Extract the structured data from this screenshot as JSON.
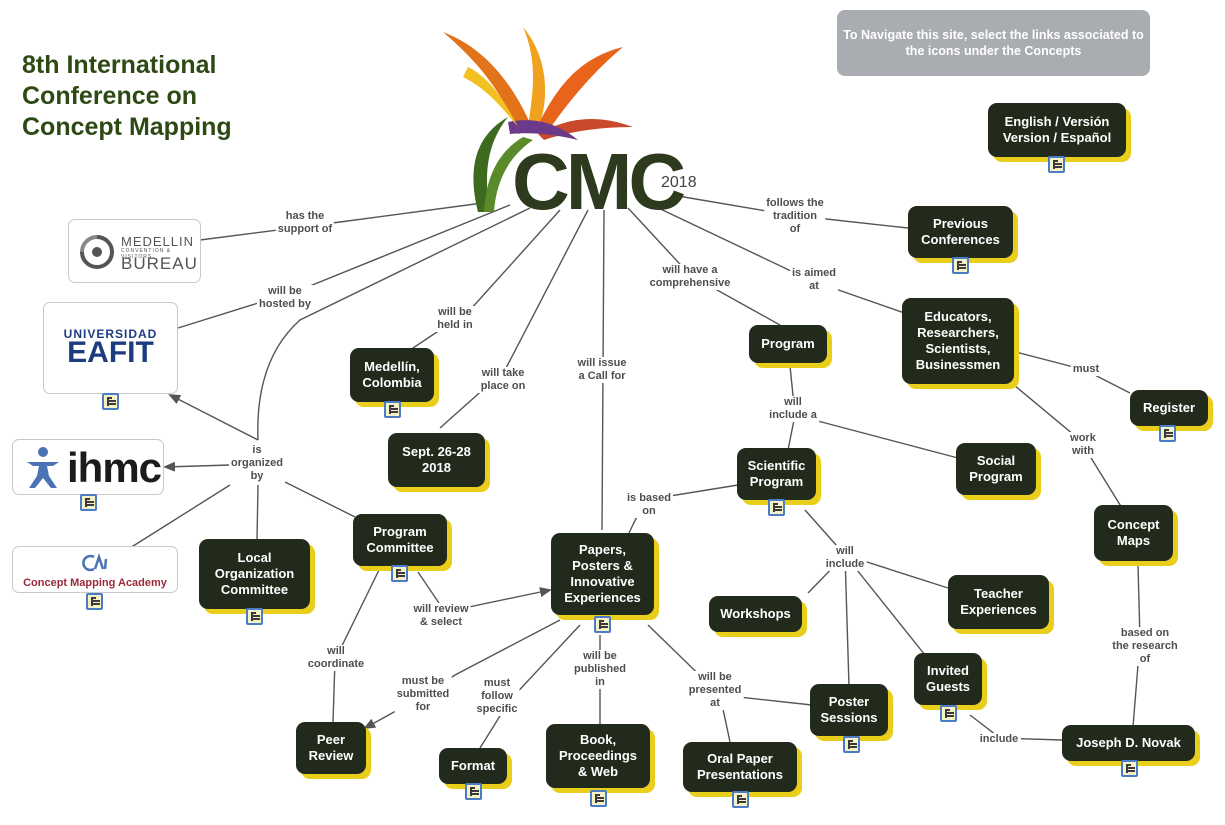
{
  "title": "8th International Conference on Concept Mapping",
  "nav_note": "To Navigate this site, select the links associated to the icons under the Concepts",
  "logo": {
    "letters": "CMC",
    "year": "2018"
  },
  "orgs": {
    "medellin": {
      "line1": "MEDELLIN",
      "line2": "CONVENTION & VISITORS",
      "line3": "BUREAU"
    },
    "eafit": {
      "line1": "UNIVERSIDAD",
      "line2": "EAFIT"
    },
    "ihmc": {
      "text": "ihmc"
    },
    "cma": {
      "text": "Concept Mapping Academy"
    }
  },
  "concepts": {
    "english": "English / Versión\nVersion / Español",
    "previous": "Previous\nConferences",
    "educators": "Educators,\nResearchers,\nScientists,\nBusinessmen",
    "register": "Register",
    "medellin_city": "Medellín,\nColombia",
    "sept": "Sept. 26-28\n2018",
    "program": "Program",
    "scientific": "Scientific\nProgram",
    "social": "Social\nProgram",
    "concept_maps": "Concept\nMaps",
    "local_org": "Local\nOrganization\nCommittee",
    "program_committee": "Program\nCommittee",
    "papers": "Papers,\nPosters &\nInnovative\nExperiences",
    "workshops": "Workshops",
    "teacher": "Teacher\nExperiences",
    "invited": "Invited\nGuests",
    "poster_sessions": "Poster\nSessions",
    "novak": "Joseph D. Novak",
    "peer_review": "Peer\nReview",
    "format": "Format",
    "book": "Book,\nProceedings\n& Web",
    "oral": "Oral Paper\nPresentations"
  },
  "links": {
    "has_support": "has the\nsupport of",
    "hosted_by": "will be\nhosted by",
    "held_in": "will be\nheld in",
    "take_place": "will take\nplace on",
    "issue_call": "will  issue\na Call for",
    "comprehensive": "will have a\ncomprehensive",
    "aimed_at": "is aimed\nat",
    "follows": "follows the\ntradition\nof",
    "must": "must",
    "work_with": "work\nwith",
    "will_include_a": "will\ninclude a",
    "is_based_on": "is based\non",
    "will_include": "will\ninclude",
    "organized_by": "is\norganized\nby",
    "review_select": "will review\n& select",
    "coordinate": "will\ncoordinate",
    "must_submitted": "must be\nsubmitted\nfor",
    "must_follow": "must\nfollow\nspecific",
    "published_in": "will be\npublished\nin",
    "presented_at": "will be\npresented\nat",
    "based_research": "based on\nthe research\nof",
    "include": "include"
  }
}
